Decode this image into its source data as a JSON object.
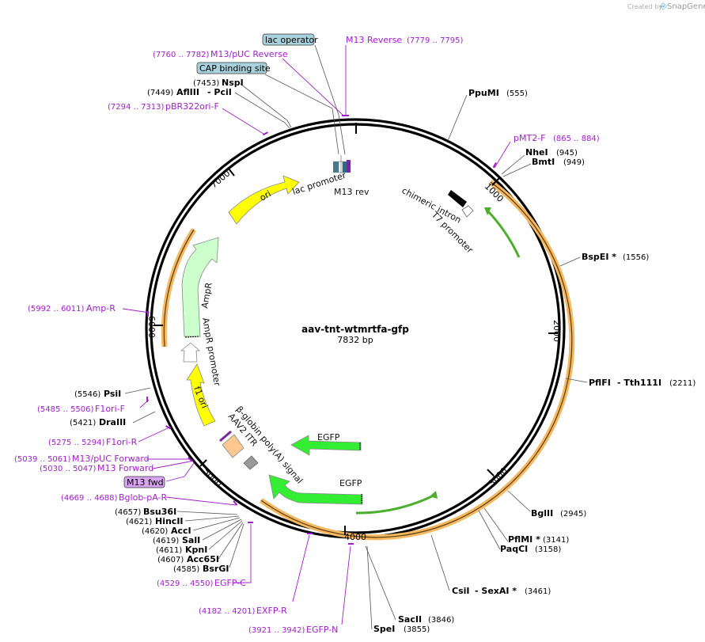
{
  "credit": {
    "prefix": "Created by",
    "brand": "SnapGene"
  },
  "plasmid": {
    "name": "aav-tnt-wtmrtfa-gfp",
    "length": "7832 bp"
  },
  "ticks": [
    "1000",
    "2000",
    "3000",
    "4000",
    "5000",
    "6000",
    "7000"
  ],
  "boxed": {
    "lac_operator": "lac operator",
    "cap_site": "CAP binding site",
    "m13_fwd": "M13 fwd"
  },
  "primers": {
    "m13_reverse": {
      "name": "M13 Reverse",
      "range": "(7779 .. 7795)"
    },
    "m13_puc_reverse": {
      "range": "(7760 .. 7782)",
      "name": "M13/pUC Reverse"
    },
    "pbr322": {
      "range": "(7294 .. 7313)",
      "name": "pBR322ori-F"
    },
    "pmt2": {
      "name": "pMT2-F",
      "range": "(865 .. 884)"
    },
    "amp_r": {
      "range": "(5992 .. 6011)",
      "name": "Amp-R"
    },
    "f1ori_f": {
      "range": "(5485 .. 5506)",
      "name": "F1ori-F"
    },
    "f1ori_r": {
      "range": "(5275 .. 5294)",
      "name": "F1ori-R"
    },
    "m13_puc_forward": {
      "range": "(5039 .. 5061)",
      "name": "M13/pUC Forward"
    },
    "m13_forward": {
      "range": "(5030 .. 5047)",
      "name": "M13 Forward"
    },
    "bglob": {
      "range": "(4669 .. 4688)",
      "name": "Bglob-pA-R"
    },
    "egfp_c": {
      "range": "(4529 .. 4550)",
      "name": "EGFP-C"
    },
    "exfp_r": {
      "range": "(4182 .. 4201)",
      "name": "EXFP-R"
    },
    "egfp_n": {
      "range": "(3921 .. 3942)",
      "name": "EGFP-N"
    }
  },
  "sites": {
    "nspi": {
      "pos": "(7453)",
      "name": "NspI"
    },
    "aflIII": {
      "pos": "(7449)",
      "name": "AflIII",
      "name2": "- PciI"
    },
    "ppumi": {
      "name": "PpuMI",
      "pos": "(555)"
    },
    "nhei": {
      "name": "NheI",
      "pos": "(945)"
    },
    "bmti": {
      "name": "BmtI",
      "pos": "(949)"
    },
    "bspei": {
      "name": "BspEI *",
      "pos": "(1556)"
    },
    "pflfi": {
      "name": "PflFI",
      "name2": "- Tth111I",
      "pos": "(2211)"
    },
    "bglii": {
      "name": "BglII",
      "pos": "(2945)"
    },
    "pflmi": {
      "name": "PflMI *",
      "pos": "(3141)"
    },
    "paqci": {
      "name": "PaqCI",
      "pos": "(3158)"
    },
    "csii": {
      "name": "CsiI",
      "name2": "- SexAI *",
      "pos": "(3461)"
    },
    "sacii": {
      "name": "SacII",
      "pos": "(3846)"
    },
    "spei": {
      "name": "SpeI",
      "pos": "(3855)"
    },
    "psii": {
      "pos": "(5546)",
      "name": "PsiI"
    },
    "draiii": {
      "pos": "(5421)",
      "name": "DraIII"
    },
    "bsu36i": {
      "pos": "(4657)",
      "name": "Bsu36I"
    },
    "hincii": {
      "pos": "(4621)",
      "name": "HincII"
    },
    "acci": {
      "pos": "(4620)",
      "name": "AccI"
    },
    "sali": {
      "pos": "(4619)",
      "name": "SalI"
    },
    "kpni": {
      "pos": "(4611)",
      "name": "KpnI"
    },
    "acc65i": {
      "pos": "(4607)",
      "name": "Acc65I"
    },
    "bsrgi": {
      "pos": "(4585)",
      "name": "BsrGI"
    }
  },
  "features": {
    "lac_promoter": "lac promoter",
    "m13_rev": "M13 rev",
    "chimeric_intron": "chimeric intron",
    "t7_promoter": "T7 promoter",
    "ori": "ori",
    "ampr": "AmpR",
    "ampr_promoter": "AmpR promoter",
    "f1_ori": "f1 ori",
    "bglobin": "β-globin poly(A) signal",
    "aav2_itr": "AAV2 ITR",
    "egfp1": "EGFP",
    "egfp2": "EGFP"
  },
  "colors": {
    "ori": "#ffff00",
    "ampr": "#ccffcc",
    "f1ori": "#ffff00",
    "egfp": "#33ee33",
    "itr": "#ffc890",
    "orange": "#f4b860",
    "primer": "#a020c8",
    "box_blue": "#a9d1dd",
    "box_purple": "#d8a4f0"
  }
}
